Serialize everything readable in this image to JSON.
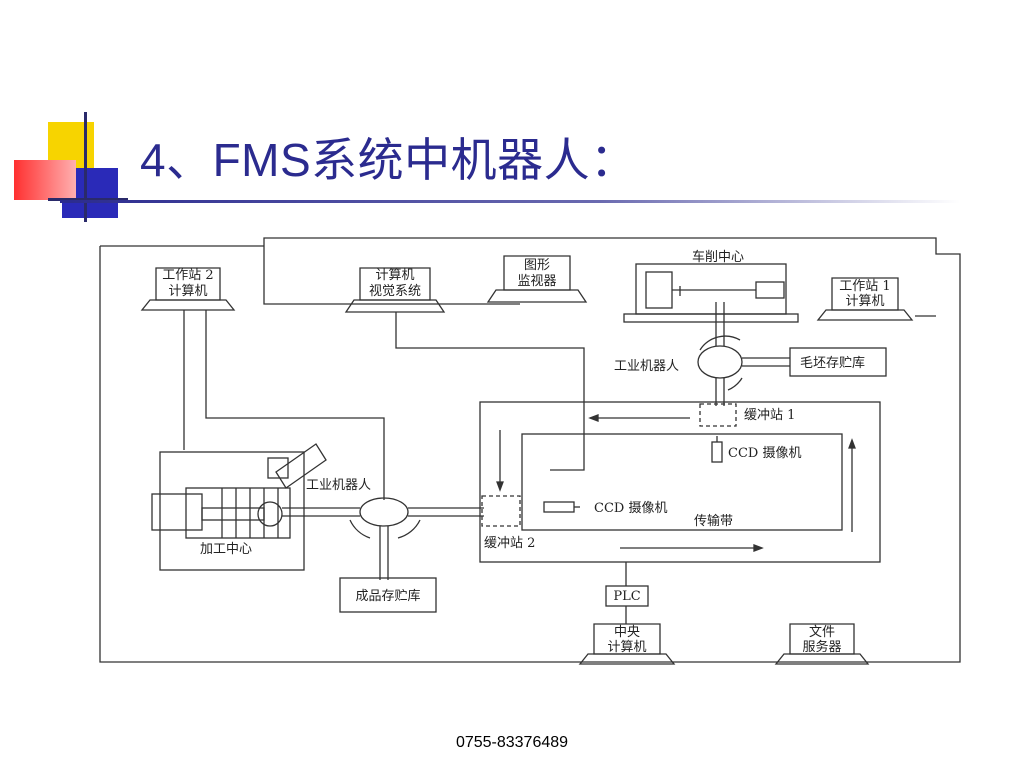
{
  "slide": {
    "title": "4、FMS系统中机器人：",
    "footer": "0755-83376489"
  },
  "diagram": {
    "workstation2": [
      "工作站 2",
      "计算机"
    ],
    "vision_computer": [
      "计算机",
      "视觉系统"
    ],
    "graphics_monitor": [
      "图形",
      "监视器"
    ],
    "turning_center": "车削中心",
    "workstation1": [
      "工作站 1",
      "计算机"
    ],
    "robot_upper": "工业机器人",
    "blank_storage": "毛坯存贮库",
    "buffer1": "缓冲站 1",
    "ccd_camera_1": "CCD 摄像机",
    "ccd_camera_2": "CCD 摄像机",
    "conveyor": "传输带",
    "buffer2": "缓冲站 2",
    "machining_center": "加工中心",
    "robot_lower": "工业机器人",
    "finished_storage": "成品存贮库",
    "plc": "PLC",
    "central_computer": [
      "中央",
      "计算机"
    ],
    "file_server": [
      "文件",
      "服务器"
    ]
  }
}
